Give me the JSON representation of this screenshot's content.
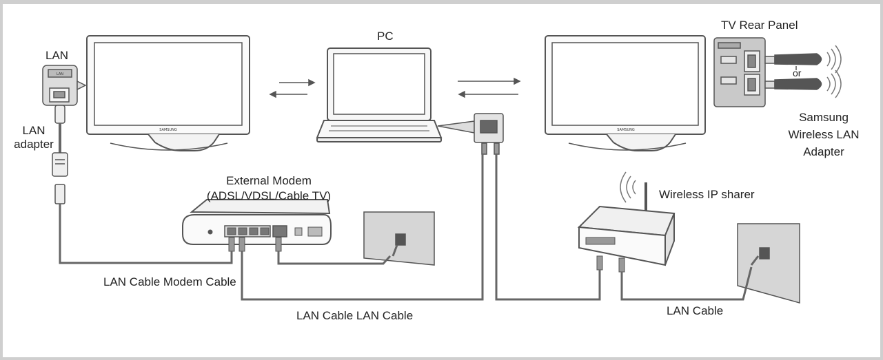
{
  "labels": {
    "pc": "PC",
    "lan": "LAN",
    "lan_adapter_1": "LAN",
    "lan_adapter_2": "adapter",
    "tv_rear_panel": "TV Rear Panel",
    "or": "or",
    "samsung_1": "Samsung",
    "samsung_2": "Wireless LAN",
    "samsung_3": "Adapter",
    "modem_1": "External Modem",
    "modem_2": "(ADSL/VDSL/Cable TV)",
    "wireless_ip_sharer": "Wireless IP sharer",
    "cable_left": "LAN Cable Modem Cable",
    "cable_middle": "LAN Cable LAN Cable",
    "cable_right": "LAN Cable",
    "tv_brand": "SAMSUNG",
    "lan_port_tag": "LAN"
  },
  "colors": {
    "outline": "#555555",
    "cable": "#666666",
    "panel": "#c9c9c9",
    "wall": "#d6d6d6",
    "screen": "#ffffff"
  }
}
